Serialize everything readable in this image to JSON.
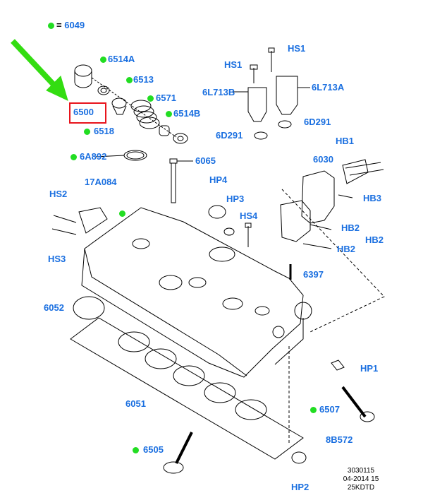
{
  "legend": {
    "marker": "green-dot",
    "equals": "=",
    "code": "6049"
  },
  "colors": {
    "label": "#1a6fe0",
    "marker": "#22dd22",
    "highlight": "#e8141c",
    "arrow": "#33dd11",
    "line": "#000000"
  },
  "highlighted_part": "6500",
  "labels": {
    "p6514A": "6514A",
    "p6513": "6513",
    "p6571": "6571",
    "p6514B": "6514B",
    "p6500": "6500",
    "p6518": "6518",
    "p6A892": "6A892",
    "p6065": "6065",
    "hs1a": "HS1",
    "hs1b": "HS1",
    "p6L713B": "6L713B",
    "p6L713A": "6L713A",
    "p6D291a": "6D291",
    "p6D291b": "6D291",
    "hb1": "HB1",
    "p6030": "6030",
    "hp4": "HP4",
    "hp3": "HP3",
    "p17A084": "17A084",
    "hs2": "HS2",
    "hs4": "HS4",
    "hb3": "HB3",
    "hb2a": "HB2",
    "hb2b": "HB2",
    "hb2c": "HB2",
    "hs3": "HS3",
    "p6397": "6397",
    "p6052": "6052",
    "hp1": "HP1",
    "p6051": "6051",
    "p6507": "6507",
    "p8B572": "8B572",
    "p6505": "6505",
    "hp2": "HP2"
  },
  "drawing_code": {
    "line1": "3030115",
    "line2": "04-2014 15",
    "line3": "25KDTD"
  }
}
